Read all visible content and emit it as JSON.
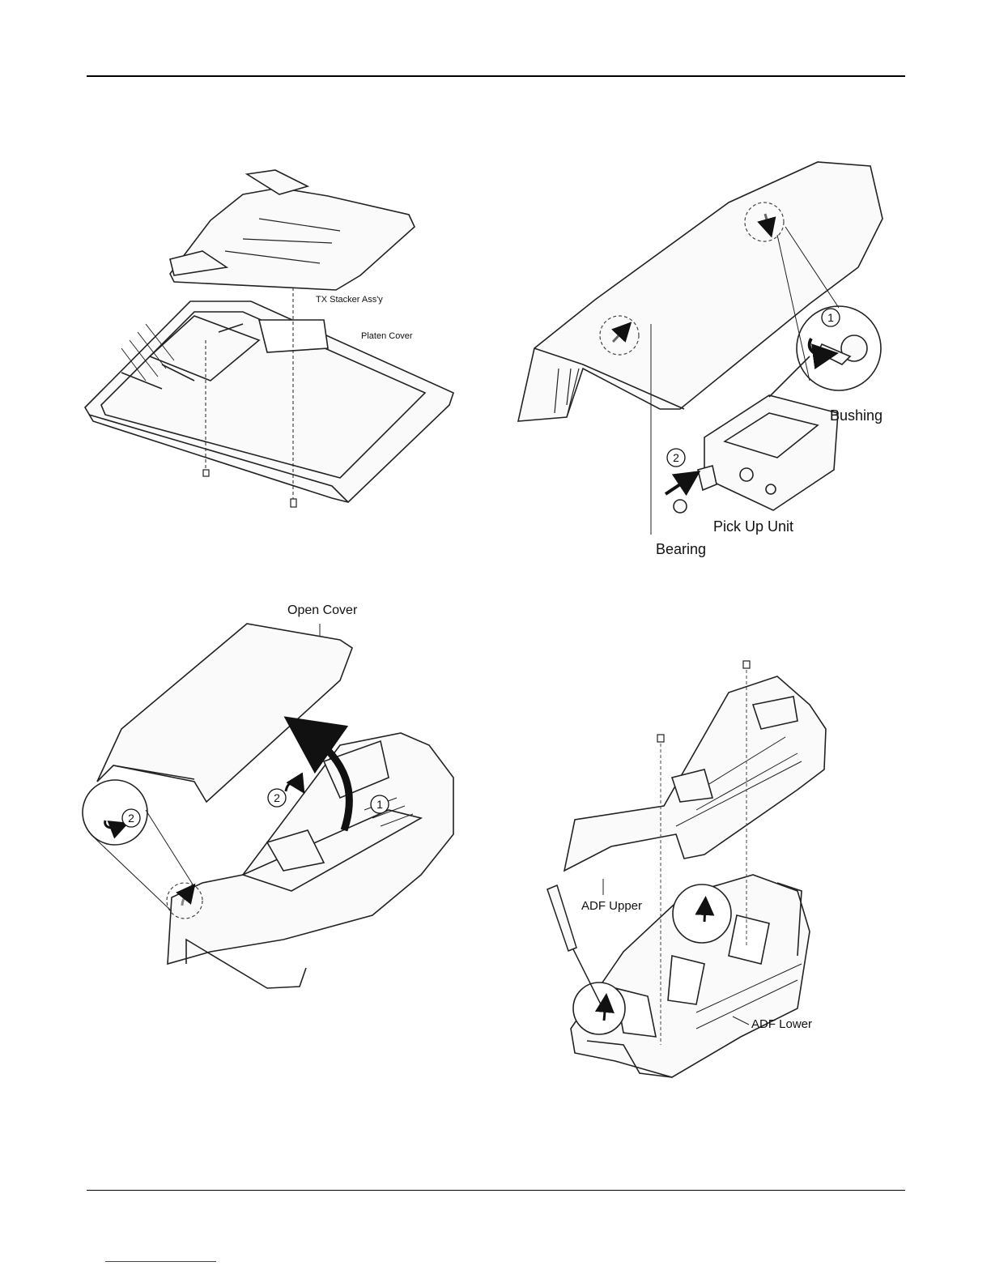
{
  "labels": {
    "tx_stacker": "TX Stacker Ass'y",
    "platen_cover": "Platen Cover",
    "bushing": "Bushing",
    "pick_up_unit": "Pick Up Unit",
    "bearing": "Bearing",
    "open_cover": "Open Cover",
    "adf_upper": "ADF Upper",
    "adf_lower": "ADF Lower"
  },
  "step_markers": {
    "one": "1",
    "two": "2"
  },
  "icons": {
    "arrow": "curved-arrow-icon",
    "screw": "screw-icon",
    "screwdriver": "screwdriver-icon"
  },
  "colors": {
    "rule": "#000000",
    "footer_link": "#2f3fbf",
    "line_art": "#222222"
  }
}
